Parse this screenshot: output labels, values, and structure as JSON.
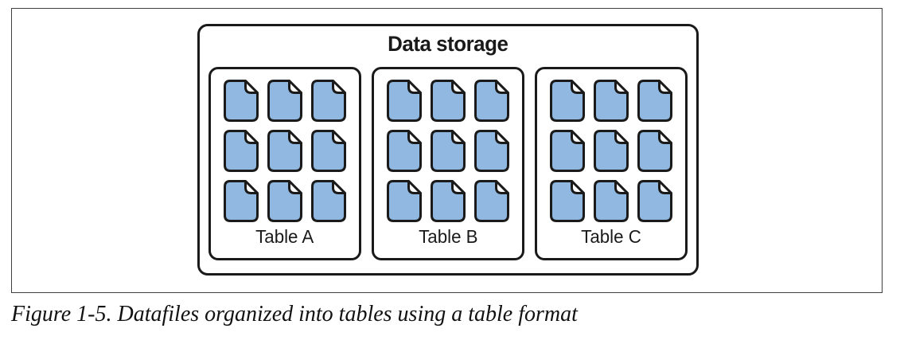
{
  "figure": {
    "storage_title": "Data storage",
    "tables": [
      {
        "label": "Table A",
        "file_count": 9
      },
      {
        "label": "Table B",
        "file_count": 9
      },
      {
        "label": "Table C",
        "file_count": 9
      }
    ]
  },
  "caption": "Figure 1-5. Datafiles organized into tables using a table format",
  "colors": {
    "file_fill": "#90b8e1",
    "stroke": "#1a1a1a",
    "frame_border": "#3f3f3f",
    "background": "#ffffff"
  }
}
